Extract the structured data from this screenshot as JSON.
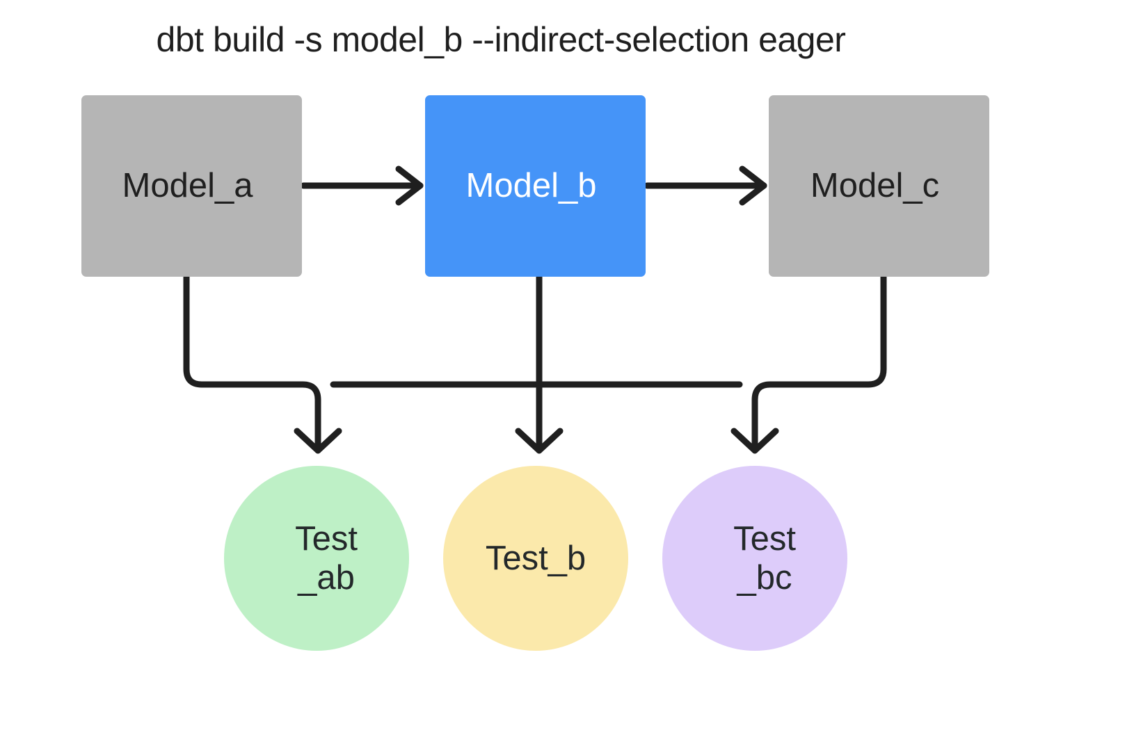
{
  "title": "dbt build -s model_b --indirect-selection eager",
  "colors": {
    "background": "#ffffff",
    "model_default": "#b5b5b5",
    "model_selected": "#4594f8",
    "edge": "#1f1f1f",
    "title_text": "#1f1f1f",
    "test_ab": "#bef0c6",
    "test_b": "#fbe9ab",
    "test_bc": "#ddccfa",
    "model_text_default": "#1f1f1f",
    "model_text_selected": "#ffffff",
    "test_text": "#23282a"
  },
  "models": [
    {
      "id": "model_a",
      "label": "Model_a",
      "state": "unselected"
    },
    {
      "id": "model_b",
      "label": "Model_b",
      "state": "selected"
    },
    {
      "id": "model_c",
      "label": "Model_c",
      "state": "unselected"
    }
  ],
  "tests": [
    {
      "id": "test_ab",
      "label": "Test\n_ab",
      "color_key": "test_ab"
    },
    {
      "id": "test_b",
      "label": "Test_b",
      "color_key": "test_b"
    },
    {
      "id": "test_bc",
      "label": "Test\n_bc",
      "color_key": "test_bc"
    }
  ],
  "edges": [
    {
      "from": "model_a",
      "to": "model_b",
      "kind": "model-to-model"
    },
    {
      "from": "model_b",
      "to": "model_c",
      "kind": "model-to-model"
    },
    {
      "from": "model_a",
      "to": "test_ab",
      "kind": "model-to-test"
    },
    {
      "from": "model_b",
      "to": "test_ab",
      "kind": "model-to-test"
    },
    {
      "from": "model_b",
      "to": "test_b",
      "kind": "model-to-test"
    },
    {
      "from": "model_b",
      "to": "test_bc",
      "kind": "model-to-test"
    },
    {
      "from": "model_c",
      "to": "test_bc",
      "kind": "model-to-test"
    }
  ]
}
